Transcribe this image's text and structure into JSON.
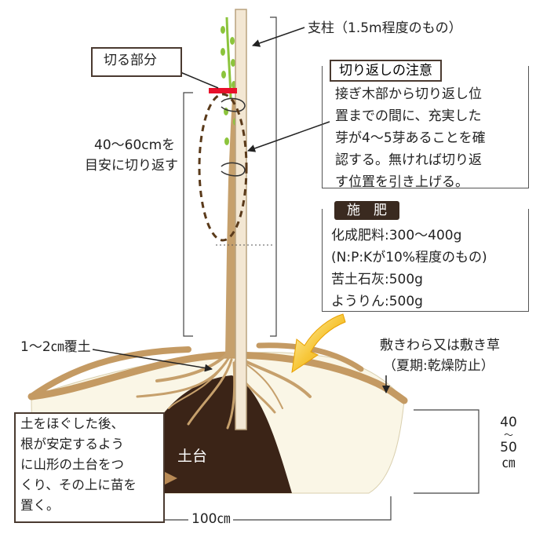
{
  "labels": {
    "stake": "支柱（1.5m程度のもの）",
    "cut_part": "切る部分",
    "cut_back": [
      "40〜60cmを",
      "目安に切り返す"
    ],
    "cover_soil": "1〜2㎝覆土",
    "mulch": [
      "敷きわら又は敷き草",
      "（夏期:乾燥防止）"
    ],
    "mound": "土台",
    "width": "100㎝",
    "height": [
      "40",
      "〜",
      "50",
      "㎝"
    ]
  },
  "caution": {
    "title": "切り返しの注意",
    "lines": [
      "接ぎ木部から切り返し位",
      "置までの間に、充実した",
      "芽が4〜5芽あることを確",
      "認する。無ければ切り返",
      "す位置を引き上げる。"
    ]
  },
  "fertilizer": {
    "title": "施　肥",
    "lines": [
      "化成肥料:300〜400g",
      "(N:P:Kが10%程度のもの)",
      "苦土石灰:500g",
      "ようりん:500g"
    ]
  },
  "soil_note": {
    "lines": [
      "土をほぐした後、",
      "根が安定するよう",
      "に山形の土台をつ",
      "くり、その上に苗を",
      "置く。"
    ]
  },
  "colors": {
    "mound": "#3b2417",
    "soil_fill": "#faf6e6",
    "mulch": "#c49a63",
    "trunk": "#c6a06c",
    "stake": "#f3e7d3",
    "cut_mark": "#e8102a",
    "shoot": "#8cc43c",
    "caution_dashes": "#5a3a1a",
    "arrow_yellow": "#f4b400",
    "fertilizer_tag": "#3a2a20"
  }
}
